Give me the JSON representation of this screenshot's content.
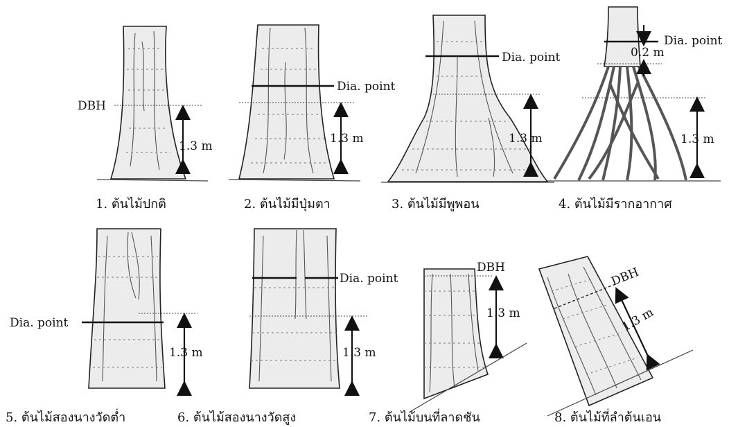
{
  "labels": {
    "dbh": "DBH",
    "dia_point": "Dia. point",
    "height_13": "1.3 m",
    "height_02": "0.2 m"
  },
  "captions": [
    "1. ต้นไม้ปกติ",
    "2. ต้นไม้มีปุ่มตา",
    "3. ต้นไม้มีพูพอน",
    "4. ต้นไม้มีรากอากาศ",
    "5. ต้นไม้สองนางวัดต่ำ",
    "6. ต้นไม้สองนางวัดสูง",
    "7. ต้นไม้บนที่ลาดชัน",
    "8. ต้นไม้ที่ลำต้นเอน"
  ]
}
